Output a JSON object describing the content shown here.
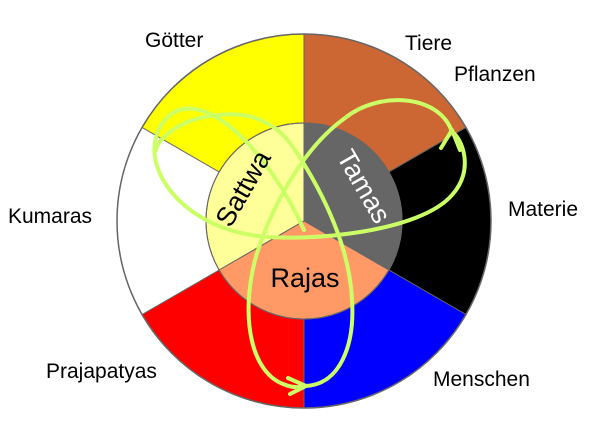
{
  "outer_sectors": [
    {
      "label": "Götter",
      "color": "#ffff00"
    },
    {
      "label": "Tiere",
      "color": "#cc6633"
    },
    {
      "label": "Pflanzen",
      "color": "#cc6633"
    },
    {
      "label": "Materie",
      "color": "#000000"
    },
    {
      "label": "Menschen",
      "color": "#0000ff"
    },
    {
      "label": "Prajapatyas",
      "color": "#ff0000"
    },
    {
      "label": "Kumaras",
      "color": "#ffffff"
    }
  ],
  "gunas": [
    {
      "label": "Sattwa",
      "color": "#ffff99",
      "text_color": "#000000"
    },
    {
      "label": "Tamas",
      "color": "#666666",
      "text_color": "#ffffff"
    },
    {
      "label": "Rajas",
      "color": "#ff9966",
      "text_color": "#000000"
    }
  ],
  "trefoil_color": "#ccff66",
  "border_color": "#666666"
}
